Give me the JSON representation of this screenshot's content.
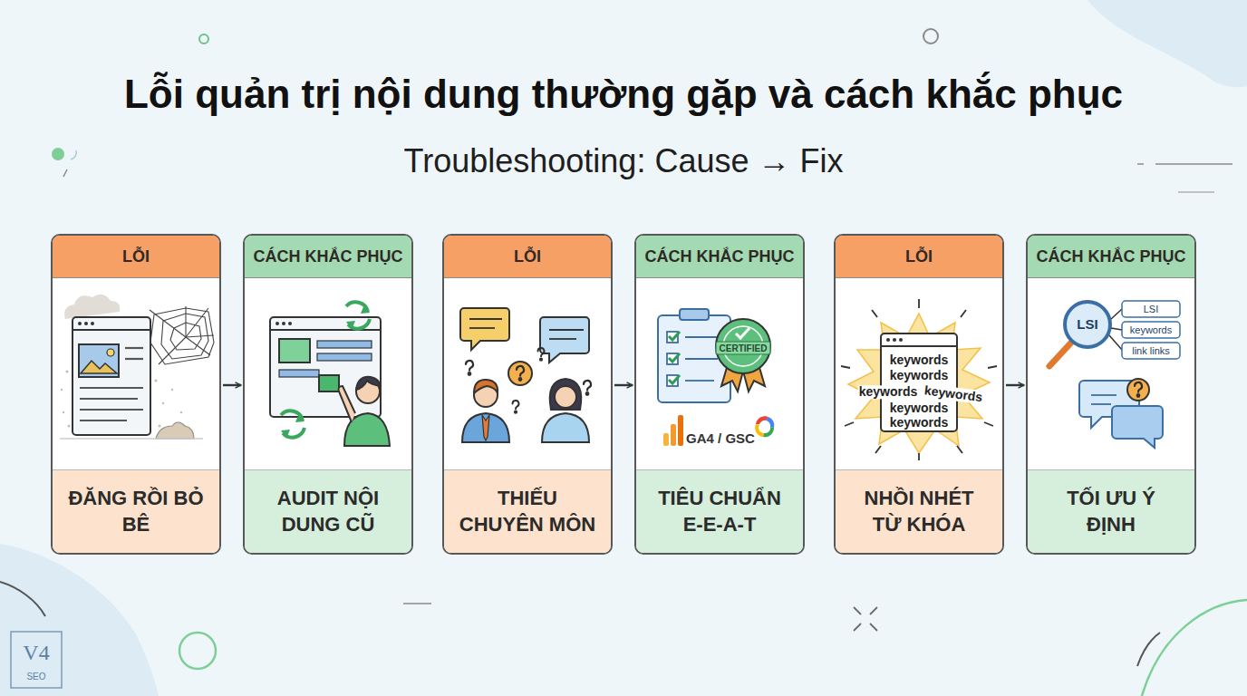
{
  "diagram": {
    "title": "Lỗi quản trị nội dung thường gặp và cách khắc phục",
    "nodes": [
      {
        "text": [
          "LỖI",
          "ĐĂNG RỒI BỎ BÊ"
        ]
      },
      {
        "text": [
          "CÁCH KHẮC PHỤC",
          "AUDIT NỘI DUNG CŨ"
        ]
      },
      {
        "text": [
          "LỖI",
          "THIẾU CHUYÊN MÔN"
        ]
      },
      {
        "text": [
          "CÁCH KHẮC PHỤC",
          "TIÊU CHUẨN E-E-A-T"
        ]
      },
      {
        "text": [
          "LỖI",
          "NHỒI NHÉT TỪ KHÓA"
        ]
      },
      {
        "text": [
          "CÁCH KHẮC PHỤC",
          "TỐI ƯU Ý ĐỊNH"
        ]
      }
    ],
    "edges": [
      {
        "from": 0,
        "to": 1,
        "arrow": "to"
      },
      {
        "from": 2,
        "to": 3,
        "arrow": "to"
      },
      {
        "from": 4,
        "to": 5,
        "arrow": "to"
      }
    ],
    "labels": [
      "Troubleshooting: Cause → Fix",
      "CERTIFIED",
      "GA4 / GSC",
      "keywords",
      "keywords",
      "keywords",
      "keywords",
      "keywords",
      "keywords",
      "LSI",
      "LSI",
      "keywords",
      "link links",
      "V4",
      "SEO"
    ]
  }
}
